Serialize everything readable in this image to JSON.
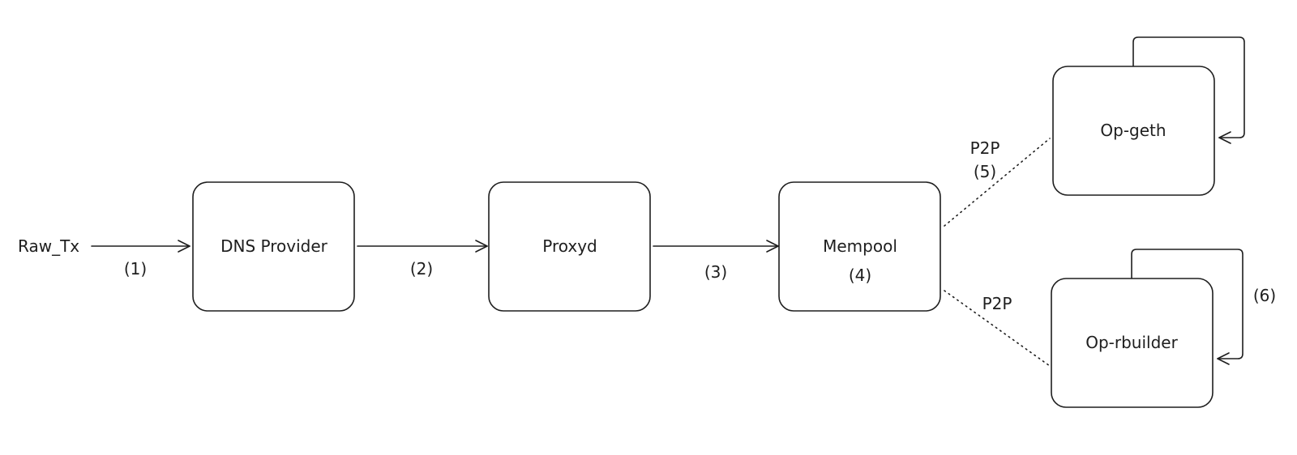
{
  "input_label": "Raw_Tx",
  "nodes": {
    "dns_provider": "DNS Provider",
    "proxyd": "Proxyd",
    "mempool": "Mempool",
    "mempool_step": "(4)",
    "op_geth": "Op-geth",
    "op_rbuilder": "Op-rbuilder"
  },
  "edges": {
    "step_1": "(1)",
    "step_2": "(2)",
    "step_3": "(3)",
    "p2p_upper": "P2P",
    "step_5": "(5)",
    "p2p_lower": "P2P",
    "step_6": "(6)"
  }
}
